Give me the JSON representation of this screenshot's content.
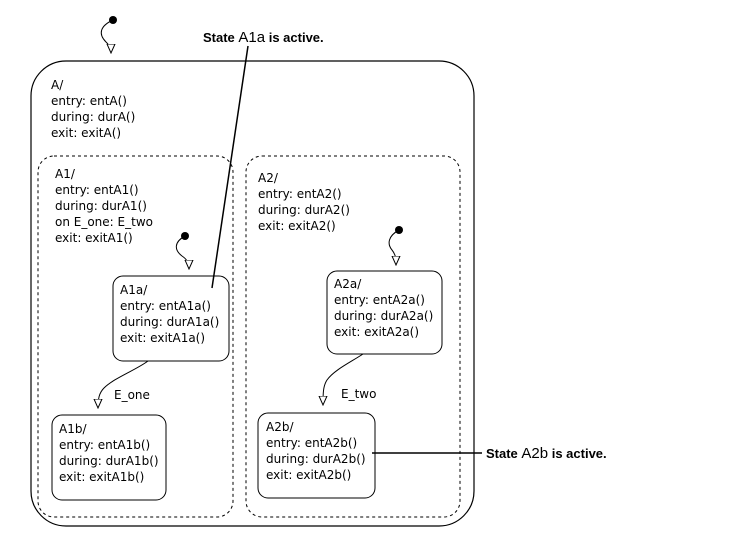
{
  "diagram": {
    "state_A": {
      "name": "A/",
      "entry": "entry: entA()",
      "during": "during: durA()",
      "exit": "exit: exitA()"
    },
    "state_A1": {
      "name": "A1/",
      "entry": "entry: entA1()",
      "during": "during: durA1()",
      "on_event": "on E_one: E_two",
      "exit": "exit: exitA1()"
    },
    "state_A2": {
      "name": "A2/",
      "entry": "entry: entA2()",
      "during": "during: durA2()",
      "exit": "exit: exitA2()"
    },
    "state_A1a": {
      "name": "A1a/",
      "entry": "entry: entA1a()",
      "during": "during: durA1a()",
      "exit": "exit: exitA1a()"
    },
    "state_A1b": {
      "name": "A1b/",
      "entry": "entry: entA1b()",
      "during": "during: durA1b()",
      "exit": "exit: exitA1b()"
    },
    "state_A2a": {
      "name": "A2a/",
      "entry": "entry: entA2a()",
      "during": "during: durA2a()",
      "exit": "exit: exitA2a()"
    },
    "state_A2b": {
      "name": "A2b/",
      "entry": "entry: entA2b()",
      "during": "during: durA2b()",
      "exit": "exit: exitA2b()"
    },
    "transitions": {
      "a1_label": "E_one",
      "a2_label": "E_two"
    },
    "callouts": {
      "top": {
        "prefix": "State ",
        "state": "A1a",
        "suffix": " is active."
      },
      "right": {
        "prefix": "State ",
        "state": "A2b",
        "suffix": " is active."
      }
    }
  }
}
